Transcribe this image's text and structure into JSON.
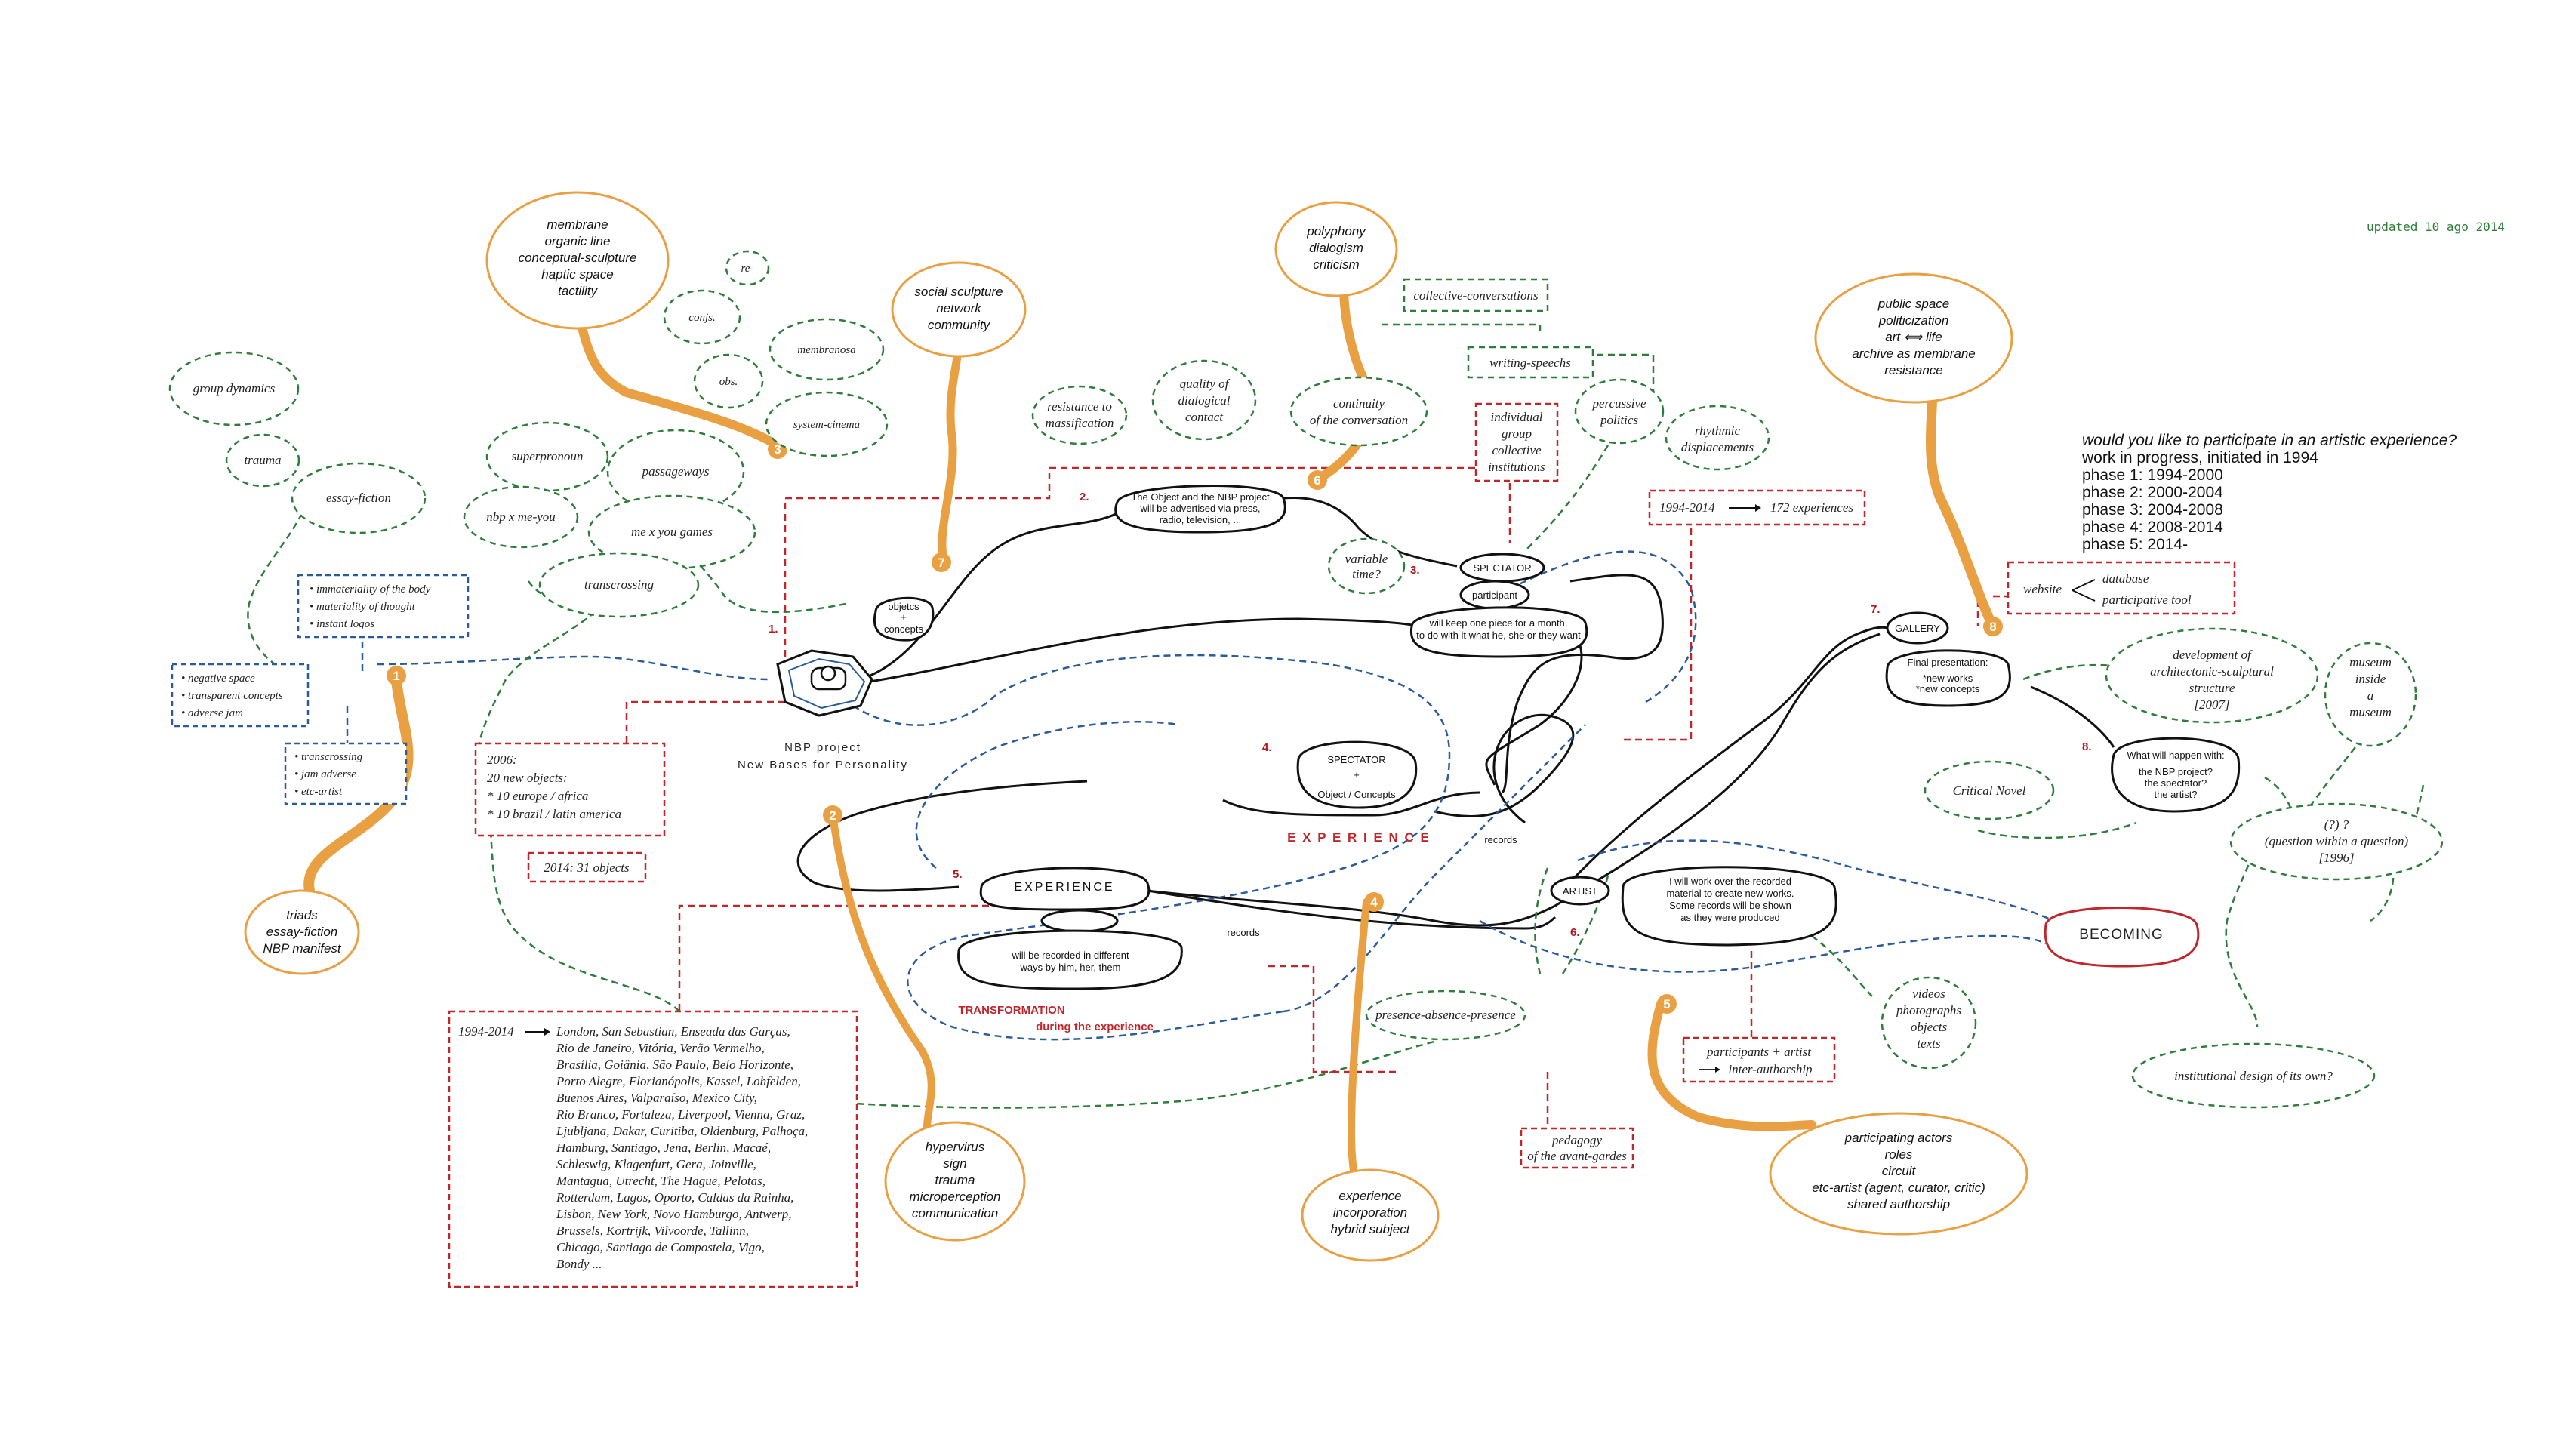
{
  "header": {
    "updated": "updated 10 ago 2014"
  },
  "intro": {
    "question": "would you like to participate in an artistic experience?",
    "lines": [
      "work in progress, initiated in 1994",
      "phase 1: 1994-2000",
      "phase 2: 2000-2004",
      "phase 3: 2004-2008",
      "phase 4: 2008-2014",
      "phase 5: 2014-"
    ]
  },
  "colors": {
    "orange": "#e8a043",
    "red": "#c0272d",
    "blue": "#2a5b9a",
    "green": "#2e7d3a",
    "black": "#111111"
  },
  "orange_nodes": [
    {
      "num": "1",
      "lines": [
        "triads",
        "essay-fiction",
        "NBP manifest"
      ]
    },
    {
      "num": "2",
      "lines": [
        "hypervirus",
        "sign",
        "trauma",
        "microperception",
        "communication"
      ]
    },
    {
      "num": "3",
      "lines": [
        "membrane",
        "organic line",
        "conceptual-sculpture",
        "haptic space",
        "tactility"
      ]
    },
    {
      "num": "4",
      "lines": [
        "experience",
        "incorporation",
        "hybrid subject"
      ]
    },
    {
      "num": "5",
      "lines": [
        "participating actors",
        "roles",
        "circuit",
        "etc-artist (agent, curator, critic)",
        "shared authorship"
      ]
    },
    {
      "num": "6",
      "lines": [
        "polyphony",
        "dialogism",
        "criticism"
      ]
    },
    {
      "num": "7",
      "lines": [
        "social sculpture",
        "network",
        "community"
      ]
    },
    {
      "num": "8",
      "lines": [
        "public space",
        "politicization",
        "art ⟺ life",
        "archive as membrane",
        "resistance"
      ]
    }
  ],
  "black_nodes": {
    "nbp_title": "NBP project",
    "nbp_subtitle": "New Bases for Personality",
    "objects": [
      "objetcs",
      "+",
      "concepts"
    ],
    "advertised": [
      "The Object and the NBP project",
      "will be advertised via press,",
      "radio, television, ..."
    ],
    "spectator1": "SPECTATOR",
    "participant": "participant",
    "keep": [
      "will keep one piece for a month,",
      "to do with it what he, she or they want"
    ],
    "spectator2": [
      "SPECTATOR",
      "+",
      "Object / Concepts"
    ],
    "experience": "EXPERIENCE",
    "recorded": [
      "will be recorded in different",
      "ways by him, her, them"
    ],
    "artist": "ARTIST",
    "work_over": [
      "I will work over the recorded",
      "material to create new works.",
      "Some records will be shown",
      "as they were produced"
    ],
    "gallery": "GALLERY",
    "final": [
      "Final presentation:",
      "*new works",
      "*new concepts"
    ],
    "what_happen": [
      "What will happen with:",
      "the NBP project?",
      "the spectator?",
      "the artist?"
    ],
    "becoming": "BECOMING",
    "records1": "records",
    "records2": "records"
  },
  "red_labels": {
    "experience_big": "E X P E R I E N C E",
    "transformation": "TRANSFORMATION",
    "during": "during the experience",
    "steps": [
      "1.",
      "2.",
      "3.",
      "4.",
      "5.",
      "6.",
      "7.",
      "8."
    ]
  },
  "red_boxes": {
    "individual": [
      "individual",
      "group",
      "collective",
      "institutions"
    ],
    "exp172_years": "1994-2014",
    "exp172_count": "172 experiences",
    "objects2006": [
      "2006:",
      "20 new objects:",
      "* 10 europe / africa",
      "* 10 brazil / latin america"
    ],
    "objects2014": "2014: 31 objects",
    "website": "website",
    "website_items": [
      "database",
      "participative tool"
    ],
    "participants": [
      "participants + artist",
      "inter-authorship"
    ],
    "pedagogy": [
      "pedagogy",
      "of the avant-gardes"
    ],
    "cities_years": "1994-2014",
    "cities": [
      "London, San Sebastian, Enseada das Garças,",
      "Rio de Janeiro, Vitória, Verão Vermelho,",
      "Brasília, Goiânia, São Paulo, Belo Horizonte,",
      "Porto Alegre, Florianópolis, Kassel, Lohfelden,",
      "Buenos Aires, Valparaíso, Mexico City,",
      "Rio Branco, Fortaleza, Liverpool, Vienna, Graz,",
      "Ljubljana, Dakar, Curitiba, Oldenburg, Palhoça,",
      "Hamburg, Santiago, Jena, Berlin, Macaé,",
      "Schleswig, Klagenfurt, Gera, Joinville,",
      "Mantagua, Utrecht, The Hague, Pelotas,",
      "Rotterdam, Lagos, Oporto, Caldas da Rainha,",
      "Lisbon, New York, Novo Hamburgo, Antwerp,",
      "Brussels, Kortrijk, Vilvoorde, Tallinn,",
      "Chicago, Santiago de Compostela, Vigo,",
      "Bondy ..."
    ]
  },
  "blue_boxes": {
    "immateriality": [
      "• immateriality of the body",
      "• materiality of thought",
      "• instant logos"
    ],
    "negative": [
      "• negative space",
      "• transparent concepts",
      "• adverse jam"
    ],
    "transcrossing": [
      "• transcrossing",
      "• jam adverse",
      "• etc-artist"
    ]
  },
  "green_nodes": {
    "group_dynamics": "group dynamics",
    "trauma": "trauma",
    "essay_fiction": "essay-fiction",
    "re": "re-",
    "conjs": "conjs.",
    "obs": "obs.",
    "membranosa": "membranosa",
    "system_cinema": "system-cinema",
    "superpronoun": "superpronoun",
    "passageways": "passageways",
    "nbp_me_you": "nbp x me-you",
    "me_you_games": "me x you games",
    "transcrossing": "transcrossing",
    "resistance": [
      "resistance to",
      "massification"
    ],
    "quality": [
      "quality of",
      "dialogical",
      "contact"
    ],
    "continuity": [
      "continuity",
      "of the conversation"
    ],
    "collective_conv": "collective-conversations",
    "writing_speechs": "writing-speechs",
    "percussive": [
      "percussive",
      "politics"
    ],
    "rhythmic": [
      "rhythmic",
      "displacements"
    ],
    "variable_time": [
      "variable",
      "time?"
    ],
    "presence": "presence-absence-presence",
    "videos": [
      "videos",
      "photographs",
      "objects",
      "texts"
    ],
    "development": [
      "development of",
      "architectonic-sculptural",
      "structure",
      "[2007]"
    ],
    "museum": [
      "museum",
      "inside",
      "a",
      "museum"
    ],
    "critical_novel": "Critical Novel",
    "question_within": [
      "(?) ?",
      "(question within a question)",
      "[1996]"
    ],
    "institutional": "institutional design of its own?"
  }
}
